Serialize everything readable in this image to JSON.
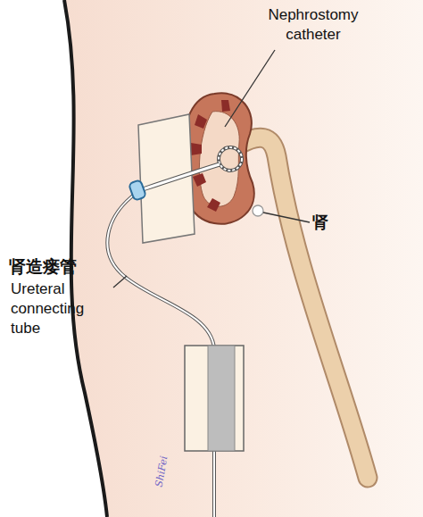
{
  "diagram": {
    "labels": [
      "Nephrostomy catheter",
      "肾",
      "肾造瘘管",
      "Ureteral connecting tube",
      "ShiFei"
    ]
  }
}
